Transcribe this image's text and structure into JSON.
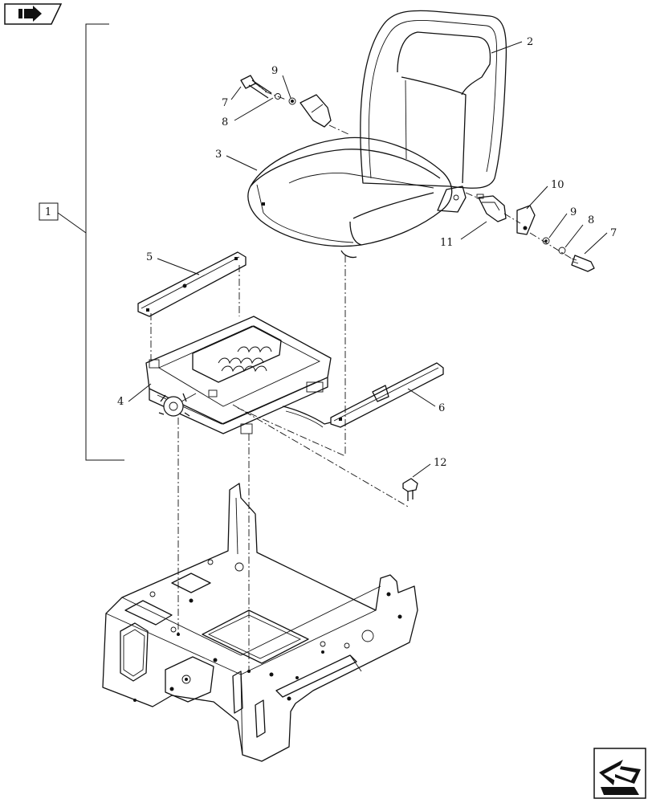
{
  "diagram": {
    "assembly_callout": "1",
    "callouts": [
      {
        "id": "c2",
        "text": "2"
      },
      {
        "id": "c3",
        "text": "3"
      },
      {
        "id": "c4",
        "text": "4"
      },
      {
        "id": "c5",
        "text": "5"
      },
      {
        "id": "c6",
        "text": "6"
      },
      {
        "id": "c7a",
        "text": "7"
      },
      {
        "id": "c7b",
        "text": "7"
      },
      {
        "id": "c8a",
        "text": "8"
      },
      {
        "id": "c8b",
        "text": "8"
      },
      {
        "id": "c9a",
        "text": "9"
      },
      {
        "id": "c9b",
        "text": "9"
      },
      {
        "id": "c10",
        "text": "10"
      },
      {
        "id": "c11",
        "text": "11"
      },
      {
        "id": "c12",
        "text": "12"
      }
    ]
  },
  "icons": {
    "top_left": "book-arrow-icon",
    "bottom_right": "next-page-arrow-icon"
  }
}
